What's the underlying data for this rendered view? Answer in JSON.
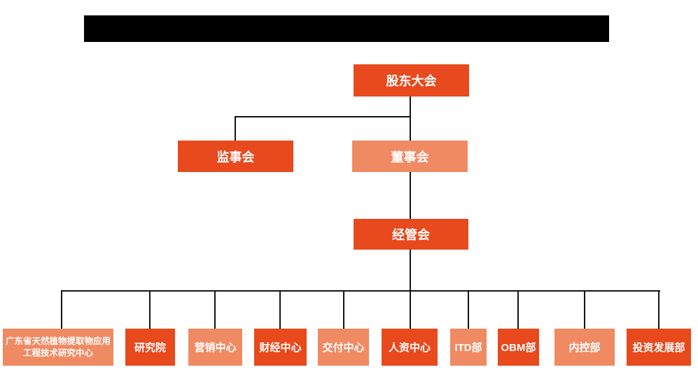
{
  "header": {
    "bar_color": "#000000"
  },
  "colors": {
    "primary_dark": "#e8491d",
    "primary_light": "#f08a63",
    "line": "#141414",
    "node_text": "#ffffff"
  },
  "org": {
    "root": {
      "label": "股东大会"
    },
    "level2": [
      {
        "label": "监事会",
        "tone": "dark"
      },
      {
        "label": "董事会",
        "tone": "light"
      }
    ],
    "level3": {
      "label": "经管会",
      "tone": "dark"
    },
    "departments": [
      {
        "label": "广东省天然植物提取物应用工程技术研究中心",
        "tone": "light"
      },
      {
        "label": "研究院",
        "tone": "dark"
      },
      {
        "label": "营销中心",
        "tone": "light"
      },
      {
        "label": "财经中心",
        "tone": "dark"
      },
      {
        "label": "交付中心",
        "tone": "light"
      },
      {
        "label": "人资中心",
        "tone": "dark"
      },
      {
        "label": "ITD部",
        "tone": "light"
      },
      {
        "label": "OBM部",
        "tone": "dark"
      },
      {
        "label": "内控部",
        "tone": "light"
      },
      {
        "label": "投资发展部",
        "tone": "dark"
      }
    ]
  }
}
